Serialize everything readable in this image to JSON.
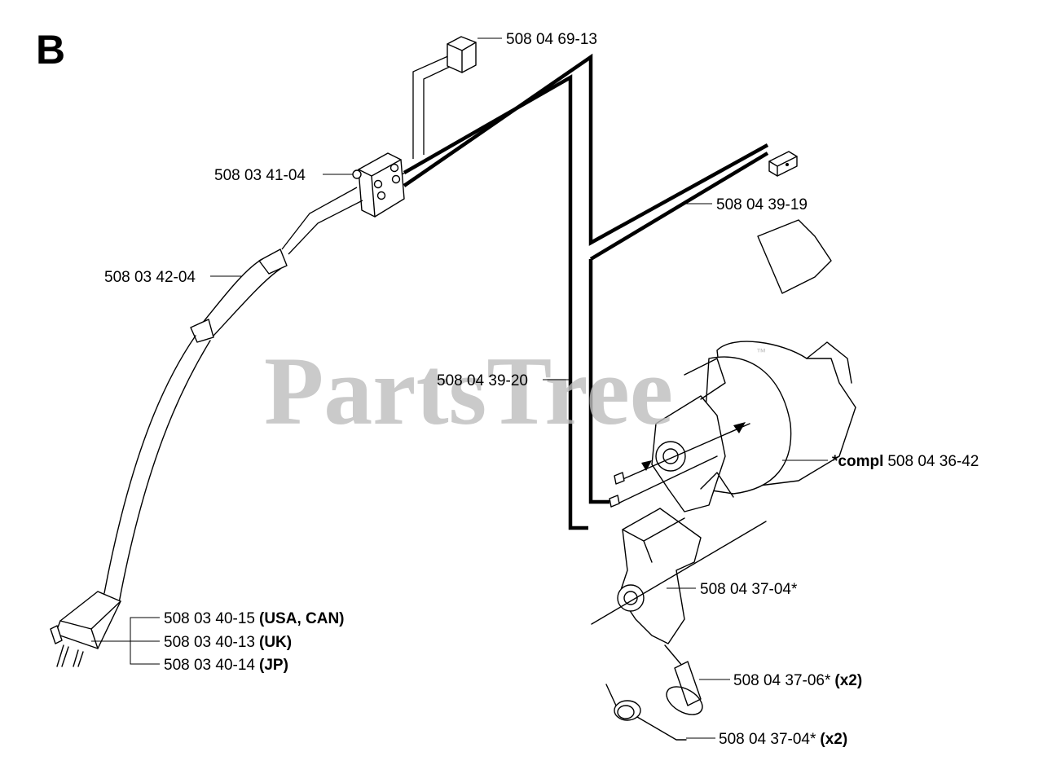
{
  "section_letter": "B",
  "watermark": {
    "text": "PartsTree",
    "trademark": "™"
  },
  "parts": {
    "connector_top": "508 04 69-13",
    "switch": "508 03 41-04",
    "cable_sleeve": "508 03 42-04",
    "wire_short": "508 04 39-19",
    "wire_long": "508 04 39-20",
    "motor": {
      "prefix": "*compl",
      "number": "508 04 36-42"
    },
    "brush_holder": "508 04 37-04*",
    "brush": {
      "number": "508 04 37-06*",
      "qty": "(x2)"
    },
    "spring": {
      "number": "508 04 37-04*",
      "qty": "(x2)"
    },
    "plug_usa": {
      "number": "508 03 40-15",
      "region": "(USA, CAN)"
    },
    "plug_uk": {
      "number": "508 03 40-13",
      "region": "(UK)"
    },
    "plug_jp": {
      "number": "508 03 40-14",
      "region": "(JP)"
    }
  }
}
